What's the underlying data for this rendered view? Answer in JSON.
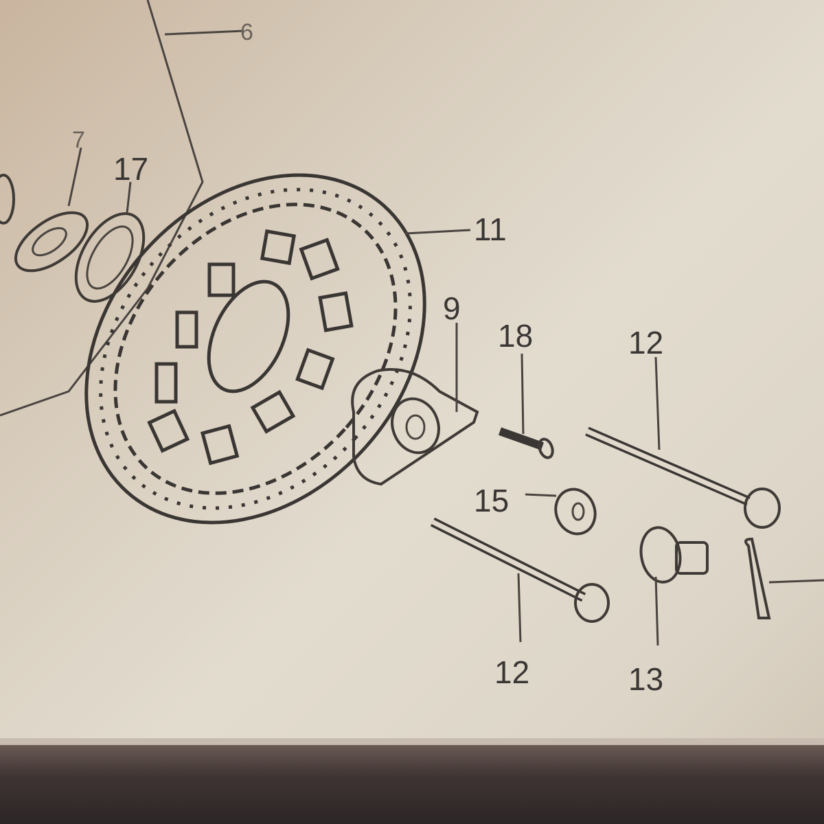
{
  "callouts": {
    "part_6": "6",
    "part_7": "7",
    "part_17": "17",
    "part_11": "11",
    "part_9": "9",
    "part_18": "18",
    "part_12_upper": "12",
    "part_15": "15",
    "part_12_lower": "12",
    "part_13": "13"
  },
  "colors": {
    "paper": "#e2dccf",
    "ink": "#3a3633"
  }
}
